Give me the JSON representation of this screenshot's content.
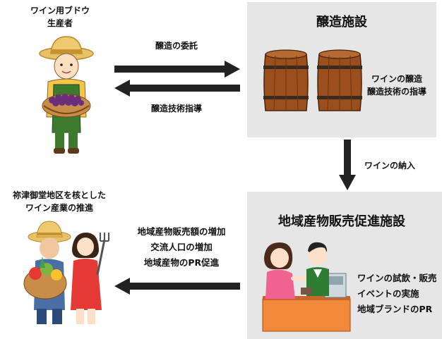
{
  "producer": {
    "line1": "ワイン用ブドウ",
    "line2": "生産者"
  },
  "arrows": {
    "commission": "醸造の委託",
    "guidance": "醸造技術指導",
    "delivery": "ワインの納入"
  },
  "brewery": {
    "title": "醸造施設",
    "desc_line1": "ワインの醸造",
    "desc_line2": "醸造技術の指導"
  },
  "sales": {
    "title": "地域産物販売促進施設",
    "desc_line1": "ワインの試飲・販売",
    "desc_line2": "イベントの実施",
    "desc_line3": "地域ブランドのPR"
  },
  "community": {
    "line1": "祢津御堂地区を核とした",
    "line2": "ワイン産業の推進"
  },
  "effects": {
    "line1": "地域産物販売額の増加",
    "line2": "交流人口の増加",
    "line3": "地域産物のPR促進"
  }
}
